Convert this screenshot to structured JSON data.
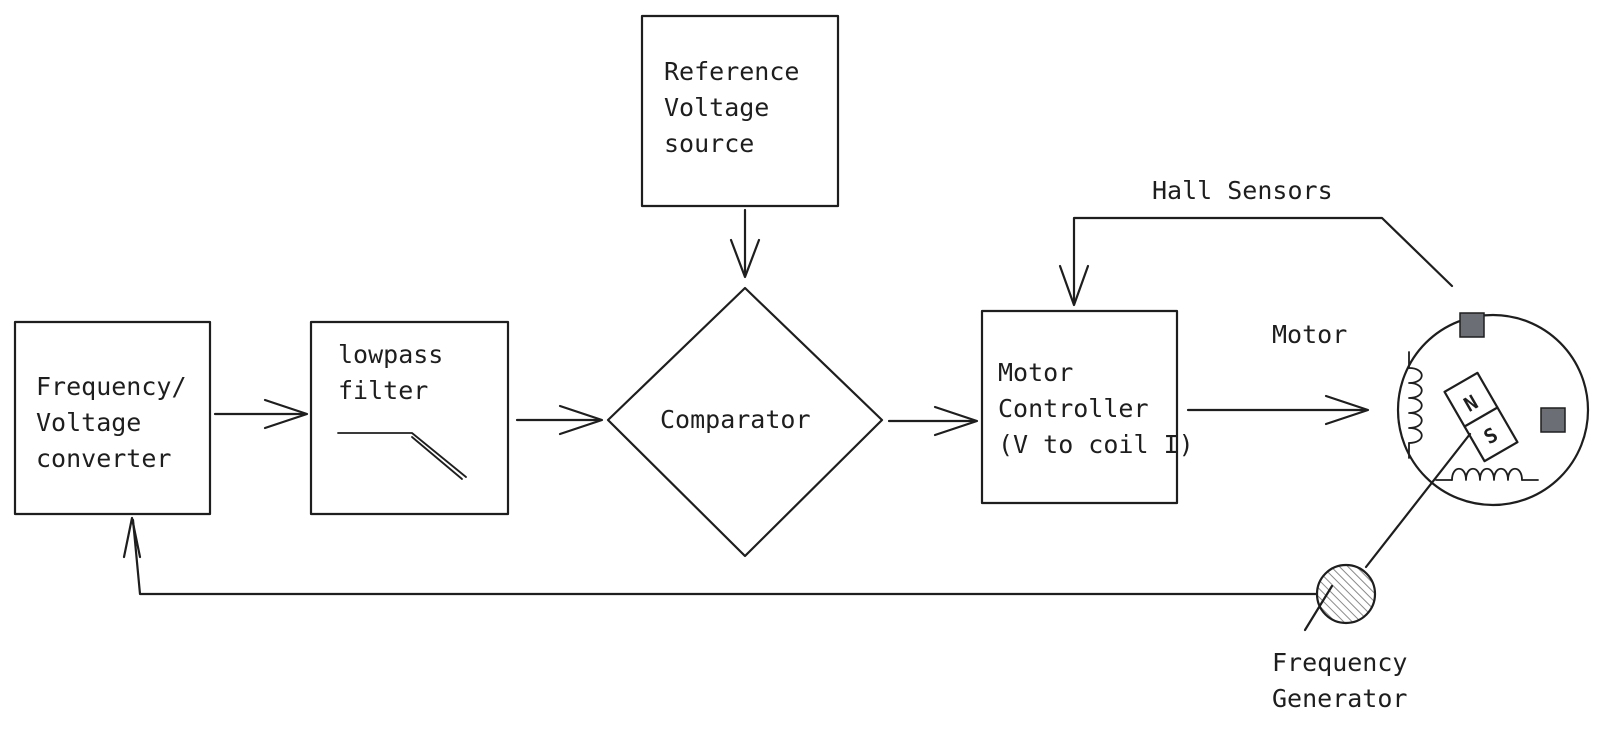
{
  "blocks": {
    "freq_voltage": {
      "lines": [
        "Frequency/",
        "Voltage",
        "converter"
      ]
    },
    "lowpass": {
      "lines": [
        "lowpass",
        "filter"
      ]
    },
    "reference": {
      "lines": [
        "Reference",
        "Voltage",
        "source"
      ]
    },
    "comparator": {
      "label": "Comparator"
    },
    "motor_controller": {
      "lines": [
        "Motor",
        "Controller",
        "(V to coil I)"
      ]
    }
  },
  "labels": {
    "hall_sensors": "Hall Sensors",
    "motor": "Motor",
    "frequency_generator": [
      "Frequency",
      "Generator"
    ],
    "magnet_n": "N",
    "magnet_s": "S"
  },
  "colors": {
    "ink": "#1e1e1e",
    "sensor_fill": "#6b6f75",
    "hatch": "#8a8a8a"
  }
}
